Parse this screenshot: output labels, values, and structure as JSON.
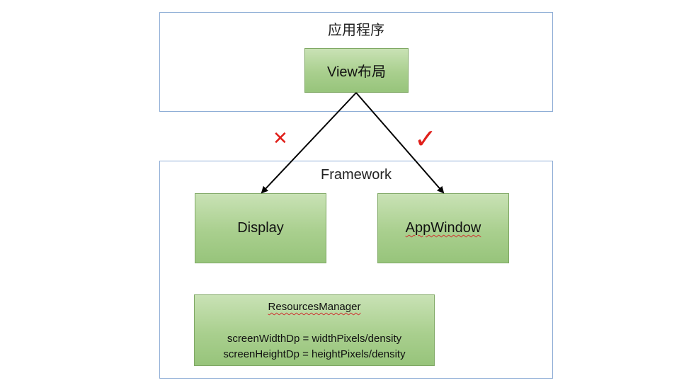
{
  "app_frame": {
    "title": "应用程序"
  },
  "view_box": {
    "label": "View布局"
  },
  "framework_frame": {
    "title": "Framework"
  },
  "display_box": {
    "label": "Display"
  },
  "appwindow_box": {
    "label": "AppWindow"
  },
  "resources_box": {
    "title": "ResourcesManager",
    "line1": "screenWidthDp = widthPixels/density",
    "line2": "screenHeightDp = heightPixels/density"
  },
  "marks": {
    "cross": "✕",
    "check": "✓",
    "mark_color": "#e0201b"
  }
}
